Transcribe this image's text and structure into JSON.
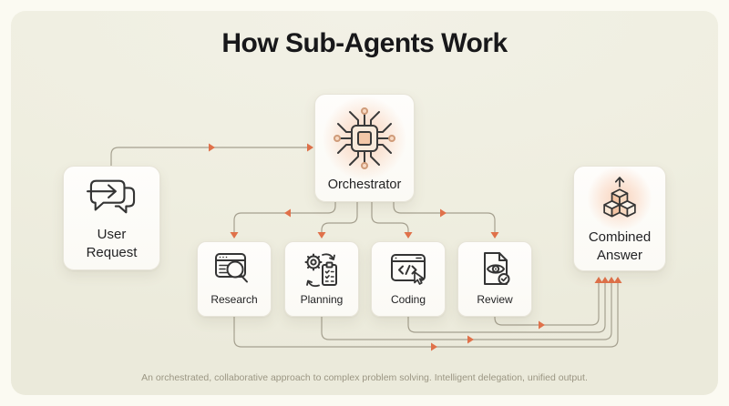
{
  "title": "How Sub-Agents Work",
  "subtitle": "An orchestrated, collaborative approach to complex problem solving. Intelligent delegation, unified output.",
  "colors": {
    "background_outer": "#fbfaf2",
    "background_panel": "#efeee0",
    "card": "#fdfcf8",
    "wire": "#a5a08f",
    "arrow": "#e0714a",
    "accent_peach": "#f4c8a8",
    "title_text": "#18181a",
    "label_text": "#232325",
    "subtitle_text": "#9b9683"
  },
  "nodes": {
    "user_request": {
      "label_line1": "User",
      "label_line2": "Request",
      "icon": "chat-arrow-icon"
    },
    "orchestrator": {
      "label": "Orchestrator",
      "icon": "cpu-chip-icon"
    },
    "research": {
      "label": "Research",
      "icon": "browser-search-icon"
    },
    "planning": {
      "label": "Planning",
      "icon": "gear-clipboard-icon"
    },
    "coding": {
      "label": "Coding",
      "icon": "browser-code-icon"
    },
    "review": {
      "label": "Review",
      "icon": "document-eye-check-icon"
    },
    "combined_answer": {
      "label_line1": "Combined",
      "label_line2": "Answer",
      "icon": "stacked-cubes-arrow-icon"
    }
  },
  "edges": [
    {
      "from": "User Request",
      "to": "Orchestrator"
    },
    {
      "from": "Orchestrator",
      "to": "Research"
    },
    {
      "from": "Orchestrator",
      "to": "Planning"
    },
    {
      "from": "Orchestrator",
      "to": "Coding"
    },
    {
      "from": "Orchestrator",
      "to": "Review"
    },
    {
      "from": "Research",
      "to": "Combined Answer"
    },
    {
      "from": "Planning",
      "to": "Combined Answer"
    },
    {
      "from": "Coding",
      "to": "Combined Answer"
    },
    {
      "from": "Review",
      "to": "Combined Answer"
    }
  ]
}
